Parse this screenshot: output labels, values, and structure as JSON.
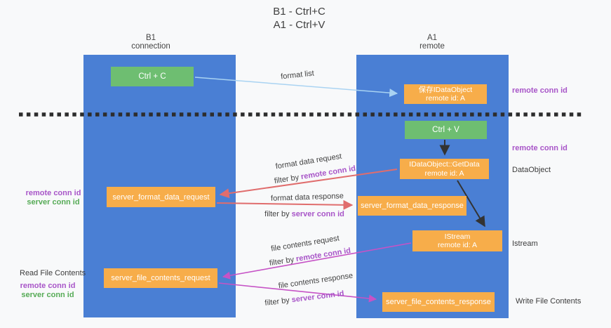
{
  "title": {
    "line1": "B1 - Ctrl+C",
    "line2": "A1 - Ctrl+V"
  },
  "columns": {
    "left": {
      "name": "B1",
      "role": "connection"
    },
    "right": {
      "name": "A1",
      "role": "remote"
    }
  },
  "boxes": {
    "ctrl_c": {
      "label": "Ctrl + C"
    },
    "ctrl_v": {
      "label": "Ctrl + V"
    },
    "save_dataobject": {
      "line1": "保存IDataObject",
      "line2": "remote id: A"
    },
    "getdata": {
      "line1": "IDataObject::GetData",
      "line2": "remote id: A"
    },
    "istream": {
      "line1": "IStream",
      "line2": "remote id: A"
    },
    "format_request": {
      "label": "server_format_data_request"
    },
    "format_response": {
      "label": "server_format_data_response"
    },
    "file_request": {
      "label": "server_file_contents_request"
    },
    "file_response": {
      "label": "server_file_contents_response"
    }
  },
  "flow_labels": {
    "format_list": "format list",
    "format_data_request": "format data request",
    "format_data_response": "format data response",
    "file_contents_request": "file contents request",
    "file_contents_response": "file contents response",
    "filter_by": "filter by",
    "remote_conn_id": "remote conn id",
    "server_conn_id": "server conn id"
  },
  "side_labels": {
    "remote_conn_id": "remote conn id",
    "server_conn_id": "server conn id",
    "dataobject": "DataObject",
    "istream": "Istream",
    "read_file_contents": "Read File Contents",
    "write_file_contents": "Write File Contents"
  },
  "colors": {
    "column_blue": "#4a7fd4",
    "box_green": "#6ebe71",
    "box_orange": "#f7ad4a",
    "arrow_lightblue": "#a9d3f2",
    "arrow_red": "#e06d6d",
    "arrow_magenta": "#c653c6",
    "arrow_black": "#333333",
    "text_purple": "#a855c8",
    "text_green": "#56ab56"
  }
}
